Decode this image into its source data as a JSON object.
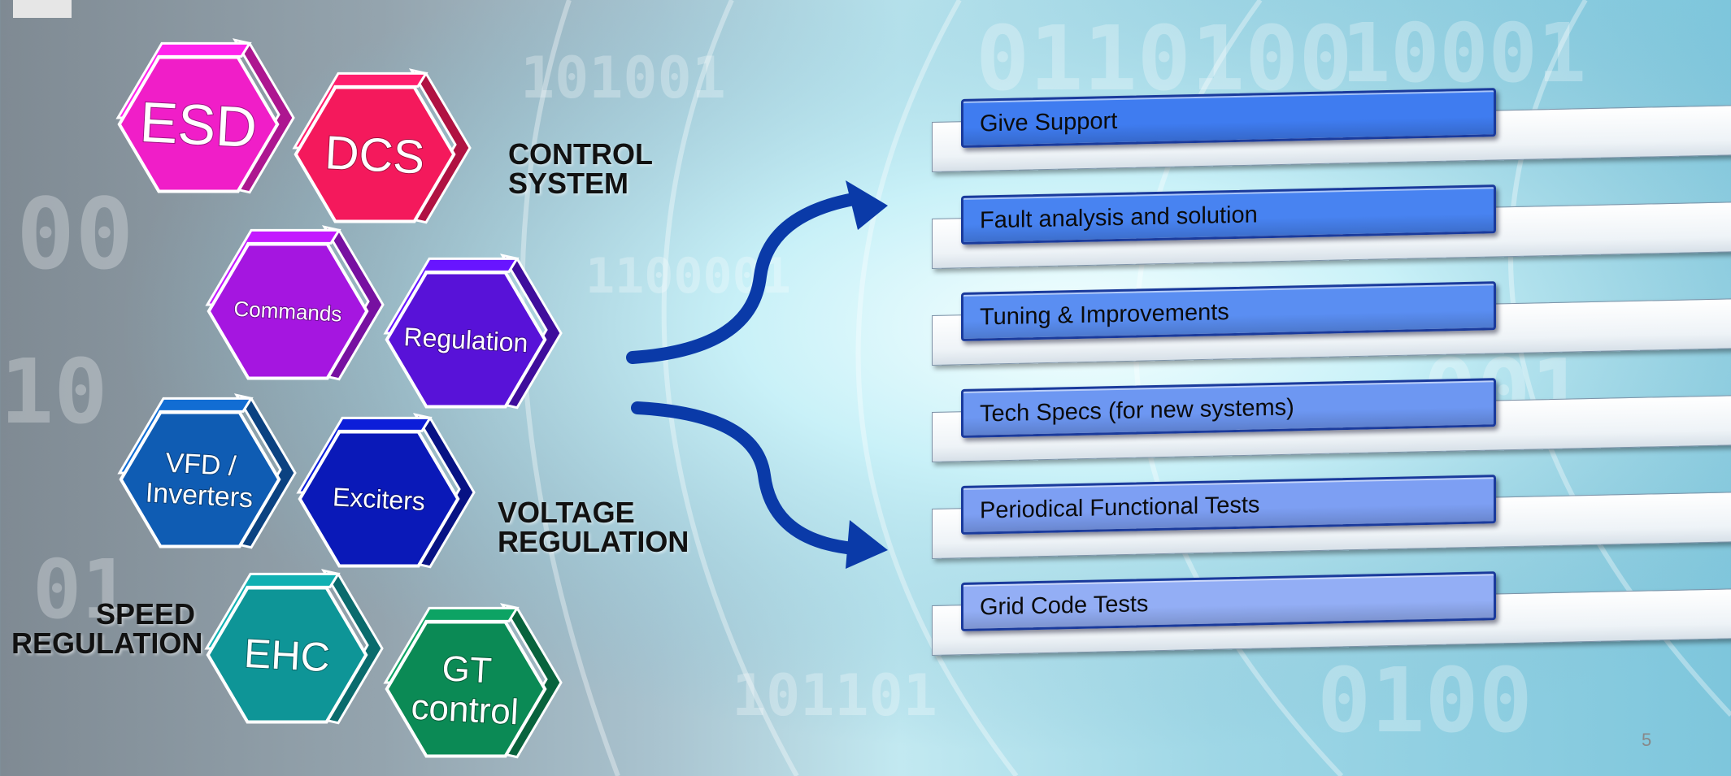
{
  "hexagons": [
    {
      "key": "esd",
      "label": "ESD",
      "color": "#f01ec8"
    },
    {
      "key": "dcs",
      "label": "DCS",
      "color": "#f4195c"
    },
    {
      "key": "commands",
      "label": "Commands",
      "color": "#a516e0"
    },
    {
      "key": "regulation",
      "label": "Regulation",
      "color": "#5812d8"
    },
    {
      "key": "vfd",
      "label": "VFD /\nInverters",
      "color": "#0f5cb3"
    },
    {
      "key": "exciters",
      "label": "Exciters",
      "color": "#0a19b8"
    },
    {
      "key": "ehc",
      "label": "EHC",
      "color": "#0e9597"
    },
    {
      "key": "gt",
      "label": "GT\ncontrol",
      "color": "#0b8a55"
    }
  ],
  "groups": {
    "control_system": [
      "CONTROL",
      "SYSTEM"
    ],
    "voltage_regulation": [
      "VOLTAGE",
      "REGULATION"
    ],
    "speed_regulation": [
      "SPEED",
      "REGULATION"
    ]
  },
  "activities": [
    {
      "label": "Give Support",
      "color": "#3f7cf0"
    },
    {
      "label": "Fault analysis and solution",
      "color": "#4883f1"
    },
    {
      "label": "Tuning & Improvements",
      "color": "#5a8ef2"
    },
    {
      "label": "Tech Specs (for new systems)",
      "color": "#6d97f2"
    },
    {
      "label": "Periodical Functional Tests",
      "color": "#7d9ff3"
    },
    {
      "label": "Grid Code Tests",
      "color": "#93aef5"
    }
  ],
  "arrow_color": "#0a3aa8",
  "page_number": "5"
}
